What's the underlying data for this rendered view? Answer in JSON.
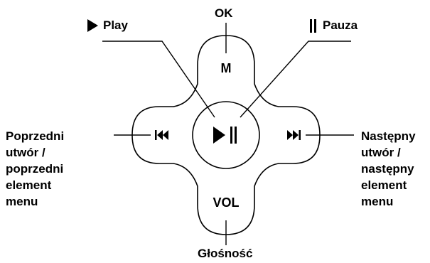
{
  "labels": {
    "ok": "OK",
    "play": "Play",
    "pause": "Pauza",
    "prev": [
      "Poprzedni",
      "utwór /",
      "poprzedni",
      "element",
      "menu"
    ],
    "next": [
      "Następny",
      "utwór /",
      "następny",
      "element",
      "menu"
    ],
    "volume": "Głośność"
  },
  "buttons": {
    "menu": "M",
    "volume": "VOL"
  },
  "icons": {
    "play_marker": "play-icon",
    "pause_marker": "pause-icon",
    "center": "play-pause-icon",
    "left": "previous-track-icon",
    "right": "next-track-icon"
  },
  "colors": {
    "ink": "#000000",
    "background": "#ffffff"
  }
}
